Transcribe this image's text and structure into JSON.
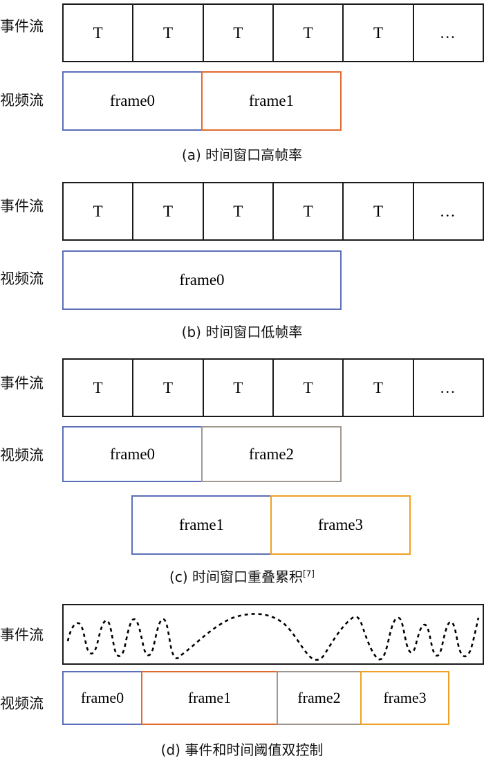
{
  "figure": {
    "labels": {
      "event_stream": "事件流",
      "video_stream": "视频流"
    },
    "event_cell_token": "T",
    "ellipsis": "…",
    "colors": {
      "black": "#1a1a1a",
      "blue": "#5b6eb8",
      "orange": "#e2692e",
      "gray": "#a0988f",
      "yellow": "#f0a022"
    }
  },
  "panels": [
    {
      "id": "a",
      "caption": "(a) 时间窗口高帧率",
      "caption_ref": "",
      "event_cells": [
        "T",
        "T",
        "T",
        "T",
        "T",
        "…"
      ],
      "frames": [
        {
          "label": "frame0",
          "color": "#5b6eb8"
        },
        {
          "label": "frame1",
          "color": "#e2692e"
        }
      ]
    },
    {
      "id": "b",
      "caption": "(b) 时间窗口低帧率",
      "caption_ref": "",
      "event_cells": [
        "T",
        "T",
        "T",
        "T",
        "T",
        "…"
      ],
      "frames": [
        {
          "label": "frame0",
          "color": "#5b6eb8"
        }
      ]
    },
    {
      "id": "c",
      "caption": "(c) 时间窗口重叠累积",
      "caption_ref": "[7]",
      "event_cells": [
        "T",
        "T",
        "T",
        "T",
        "T",
        "…"
      ],
      "frames": [
        {
          "label": "frame0",
          "color": "#5b6eb8"
        },
        {
          "label": "frame2",
          "color": "#a0988f"
        },
        {
          "label": "frame1",
          "color": "#5b6eb8"
        },
        {
          "label": "frame3",
          "color": "#f0a022"
        }
      ]
    },
    {
      "id": "d",
      "caption": "(d) 事件和时间阈值双控制",
      "caption_ref": "",
      "event_cells": [],
      "frames": [
        {
          "label": "frame0",
          "color": "#5b6eb8"
        },
        {
          "label": "frame1",
          "color": "#e2692e"
        },
        {
          "label": "frame2",
          "color": "#a0988f"
        },
        {
          "label": "frame3",
          "color": "#f0a022"
        }
      ]
    }
  ]
}
